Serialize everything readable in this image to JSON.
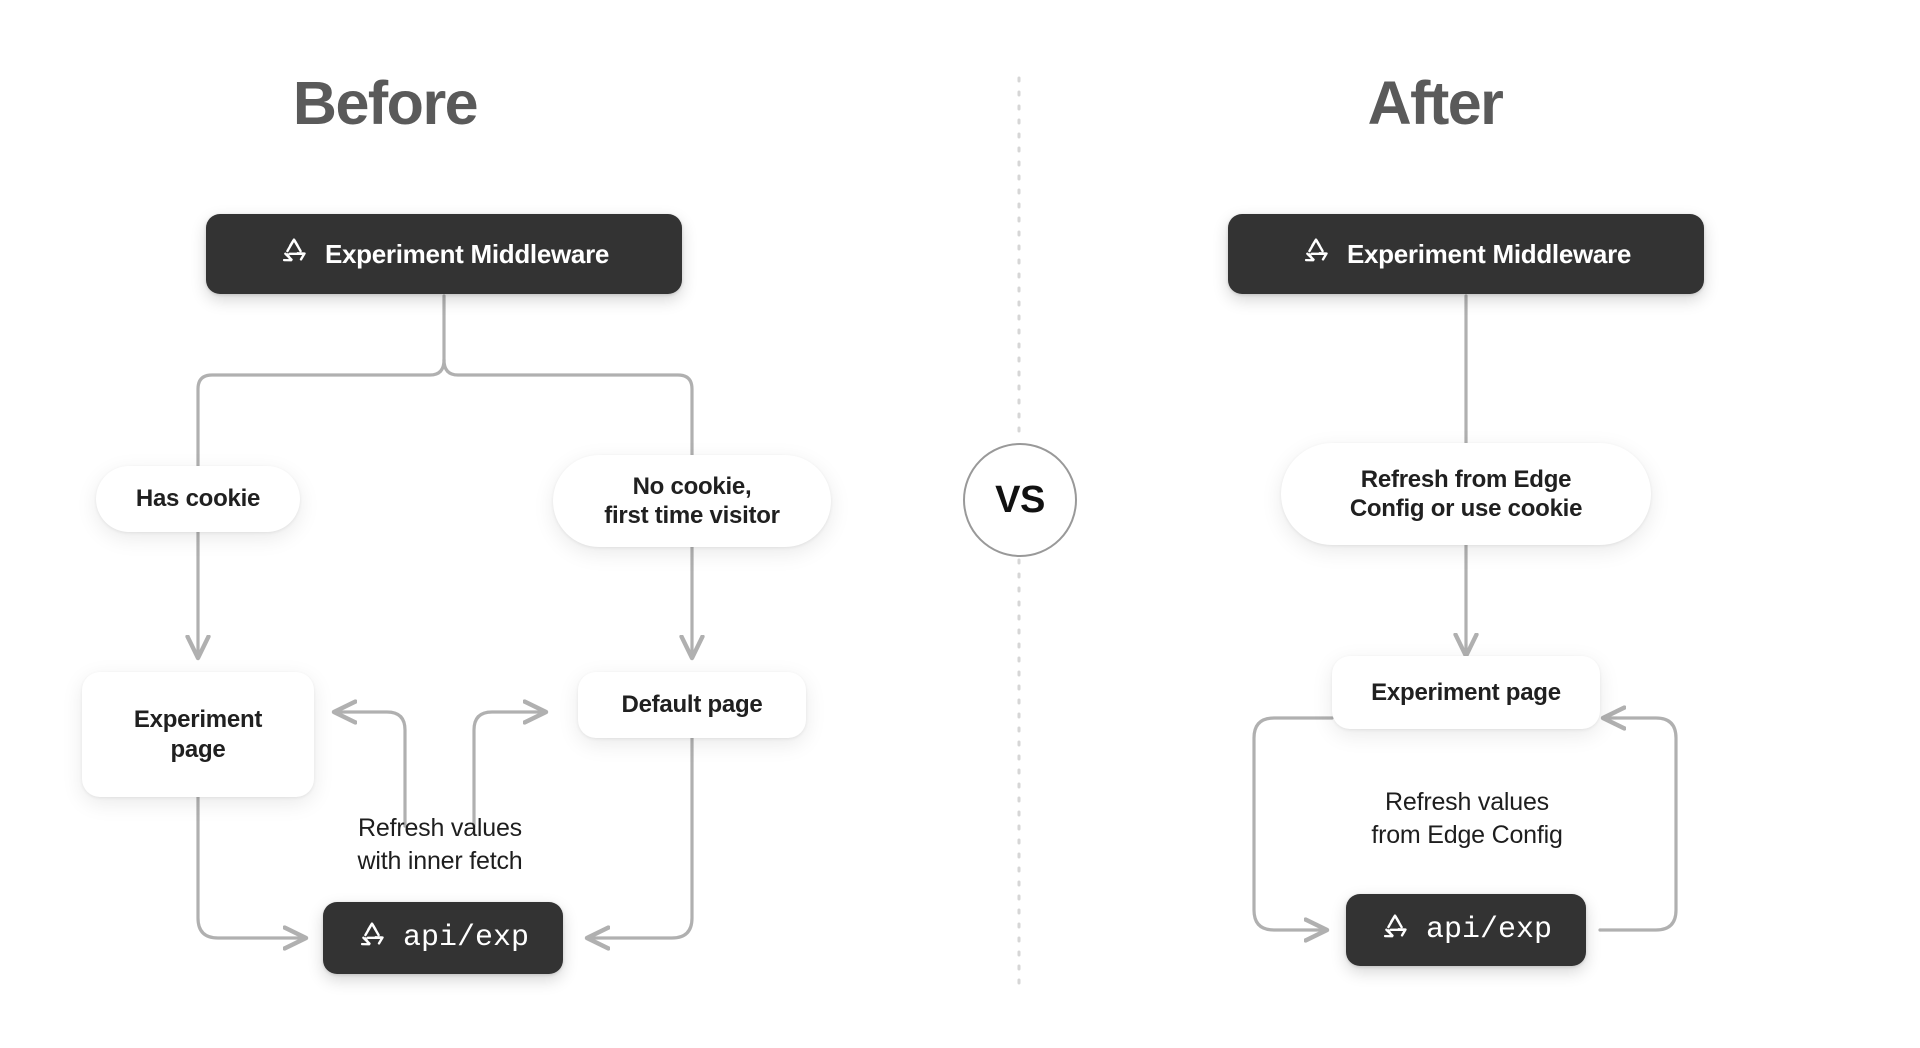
{
  "sections": {
    "before": {
      "title": "Before"
    },
    "after": {
      "title": "After"
    }
  },
  "divider": {
    "badge_label": "VS",
    "style": "dashed-vertical",
    "color": "#d4d4d4"
  },
  "colors": {
    "dark_node_bg": "#333333",
    "light_node_bg": "#ffffff",
    "connector": "#b0b0b0",
    "title_text": "#5a5a5a",
    "body_text": "#1e1e1e",
    "page_bg": "#ffffff"
  },
  "before_flow": {
    "root": {
      "label": "Experiment Middleware",
      "icon": "vercel-triangle-refresh-icon",
      "variant": "dark"
    },
    "branches": [
      {
        "label": "Has cookie",
        "variant": "light-pill"
      },
      {
        "label": "No cookie,\nfirst time visitor",
        "line1": "No cookie,",
        "line2": "first time visitor",
        "variant": "light-pill"
      }
    ],
    "pages": [
      {
        "label": "Experiment\npage",
        "line1": "Experiment",
        "line2": "page",
        "variant": "light-rounded"
      },
      {
        "label": "Default page",
        "variant": "light-rounded"
      }
    ],
    "caption": {
      "line1": "Refresh values",
      "line2": "with inner fetch"
    },
    "endpoint": {
      "label": "api/exp",
      "icon": "vercel-triangle-refresh-icon",
      "variant": "dark-mono"
    }
  },
  "after_flow": {
    "root": {
      "label": "Experiment Middleware",
      "icon": "vercel-triangle-refresh-icon",
      "variant": "dark"
    },
    "branch": {
      "line1": "Refresh from Edge",
      "line2": "Config or use cookie",
      "variant": "light-pill"
    },
    "page": {
      "label": "Experiment page",
      "variant": "light-rounded"
    },
    "caption": {
      "line1": "Refresh values",
      "line2": "from Edge Config"
    },
    "endpoint": {
      "label": "api/exp",
      "icon": "vercel-triangle-refresh-icon",
      "variant": "dark-mono"
    }
  }
}
